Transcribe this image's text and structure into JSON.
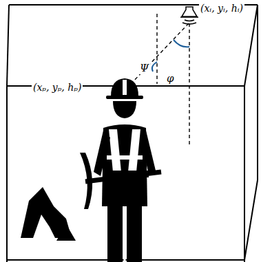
{
  "diagram": {
    "labels": [
      "(xᵢ, yᵢ, hᵢ)",
      "Ψ",
      "φ",
      "(xₚ, yₚ, hₚ)"
    ]
  }
}
